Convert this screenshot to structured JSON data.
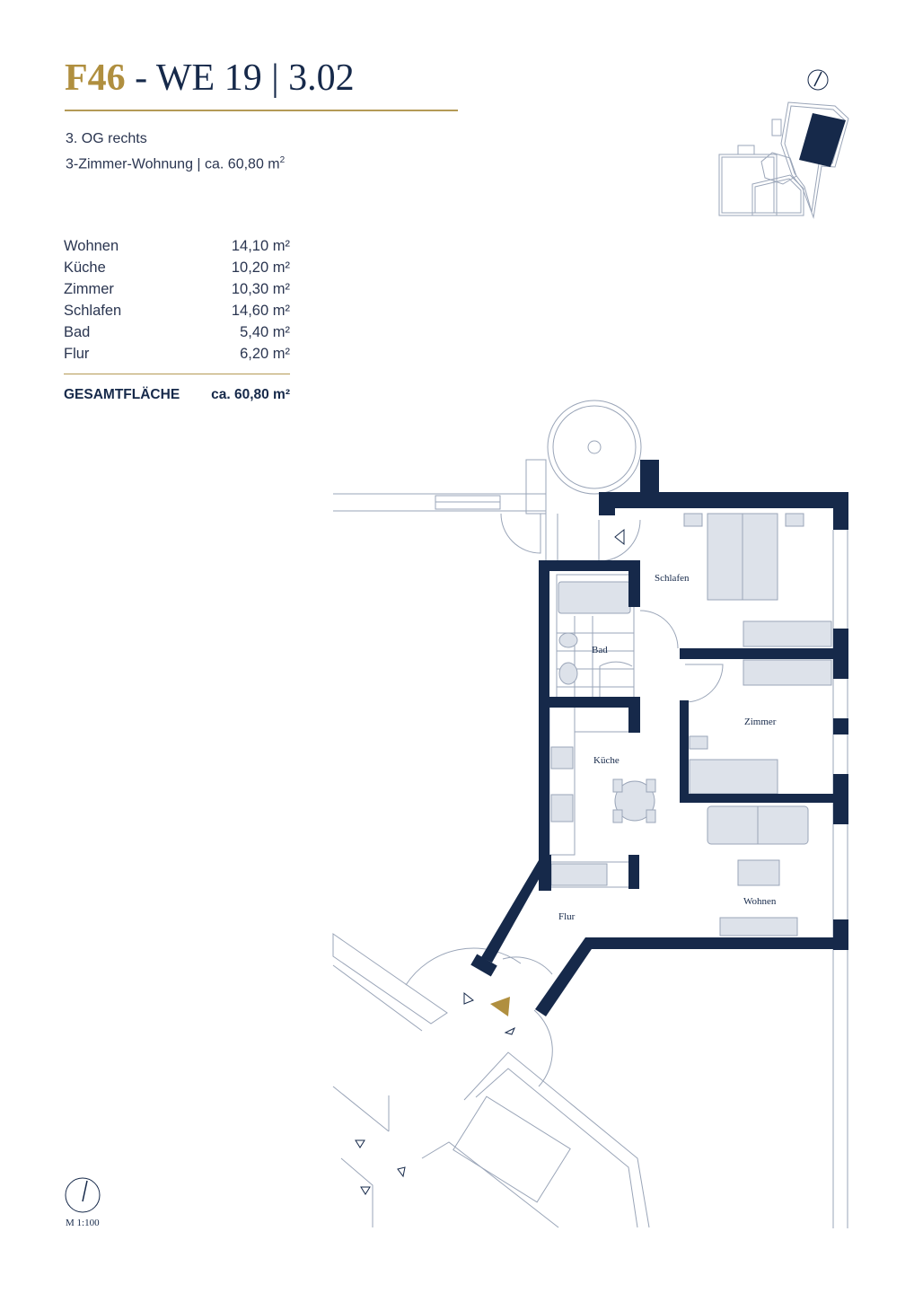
{
  "title": {
    "code": "F46",
    "separator": " - ",
    "unit": "WE 19",
    "divider": " | ",
    "number": "3.02"
  },
  "subtitle": {
    "floor": "3. OG rechts",
    "type": "3-Zimmer-Wohnung | ca. 60,80 m",
    "sup": "2"
  },
  "areas": [
    {
      "name": "Wohnen",
      "value": "14,10 m²"
    },
    {
      "name": "Küche",
      "value": "10,20 m²"
    },
    {
      "name": "Zimmer",
      "value": "10,30 m²"
    },
    {
      "name": "Schlafen",
      "value": "14,60 m²"
    },
    {
      "name": "Bad",
      "value": "5,40 m²"
    },
    {
      "name": "Flur",
      "value": "6,20 m²"
    }
  ],
  "total": {
    "label": "GESAMTFLÄCHE",
    "value": "ca. 60,80 m²"
  },
  "rooms": {
    "schlafen": "Schlafen",
    "bad": "Bad",
    "kueche": "Küche",
    "zimmer": "Zimmer",
    "wohnen": "Wohnen",
    "flur": "Flur"
  },
  "scale": "M 1:100",
  "colors": {
    "gold": "#b08f3f",
    "navy": "#16294a",
    "plan_line": "#9aa5b8",
    "furniture": "#dde2ea"
  }
}
